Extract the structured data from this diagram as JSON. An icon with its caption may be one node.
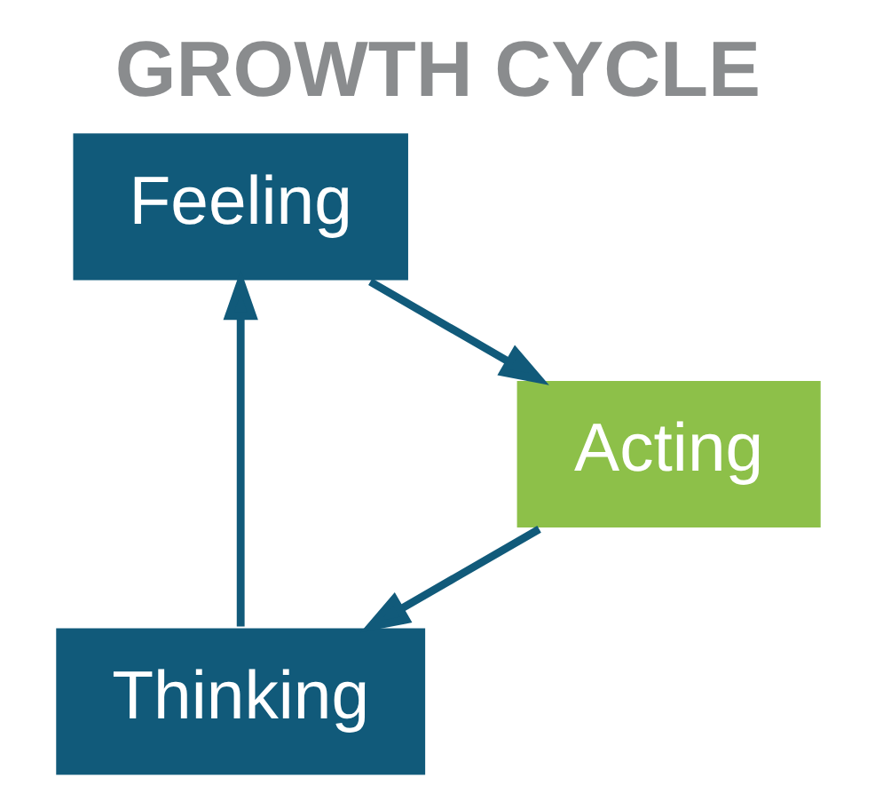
{
  "diagram": {
    "title": "GROWTH CYCLE",
    "nodes": [
      {
        "text": [
          "Thinking"
        ]
      },
      {
        "text": [
          "Feeling"
        ]
      },
      {
        "text": [
          "Acting"
        ]
      }
    ],
    "edges": [
      {
        "from": 0,
        "to": 1,
        "arrow": "to"
      },
      {
        "from": 1,
        "to": 2,
        "arrow": "to"
      },
      {
        "from": 2,
        "to": 0,
        "arrow": "to"
      }
    ]
  }
}
